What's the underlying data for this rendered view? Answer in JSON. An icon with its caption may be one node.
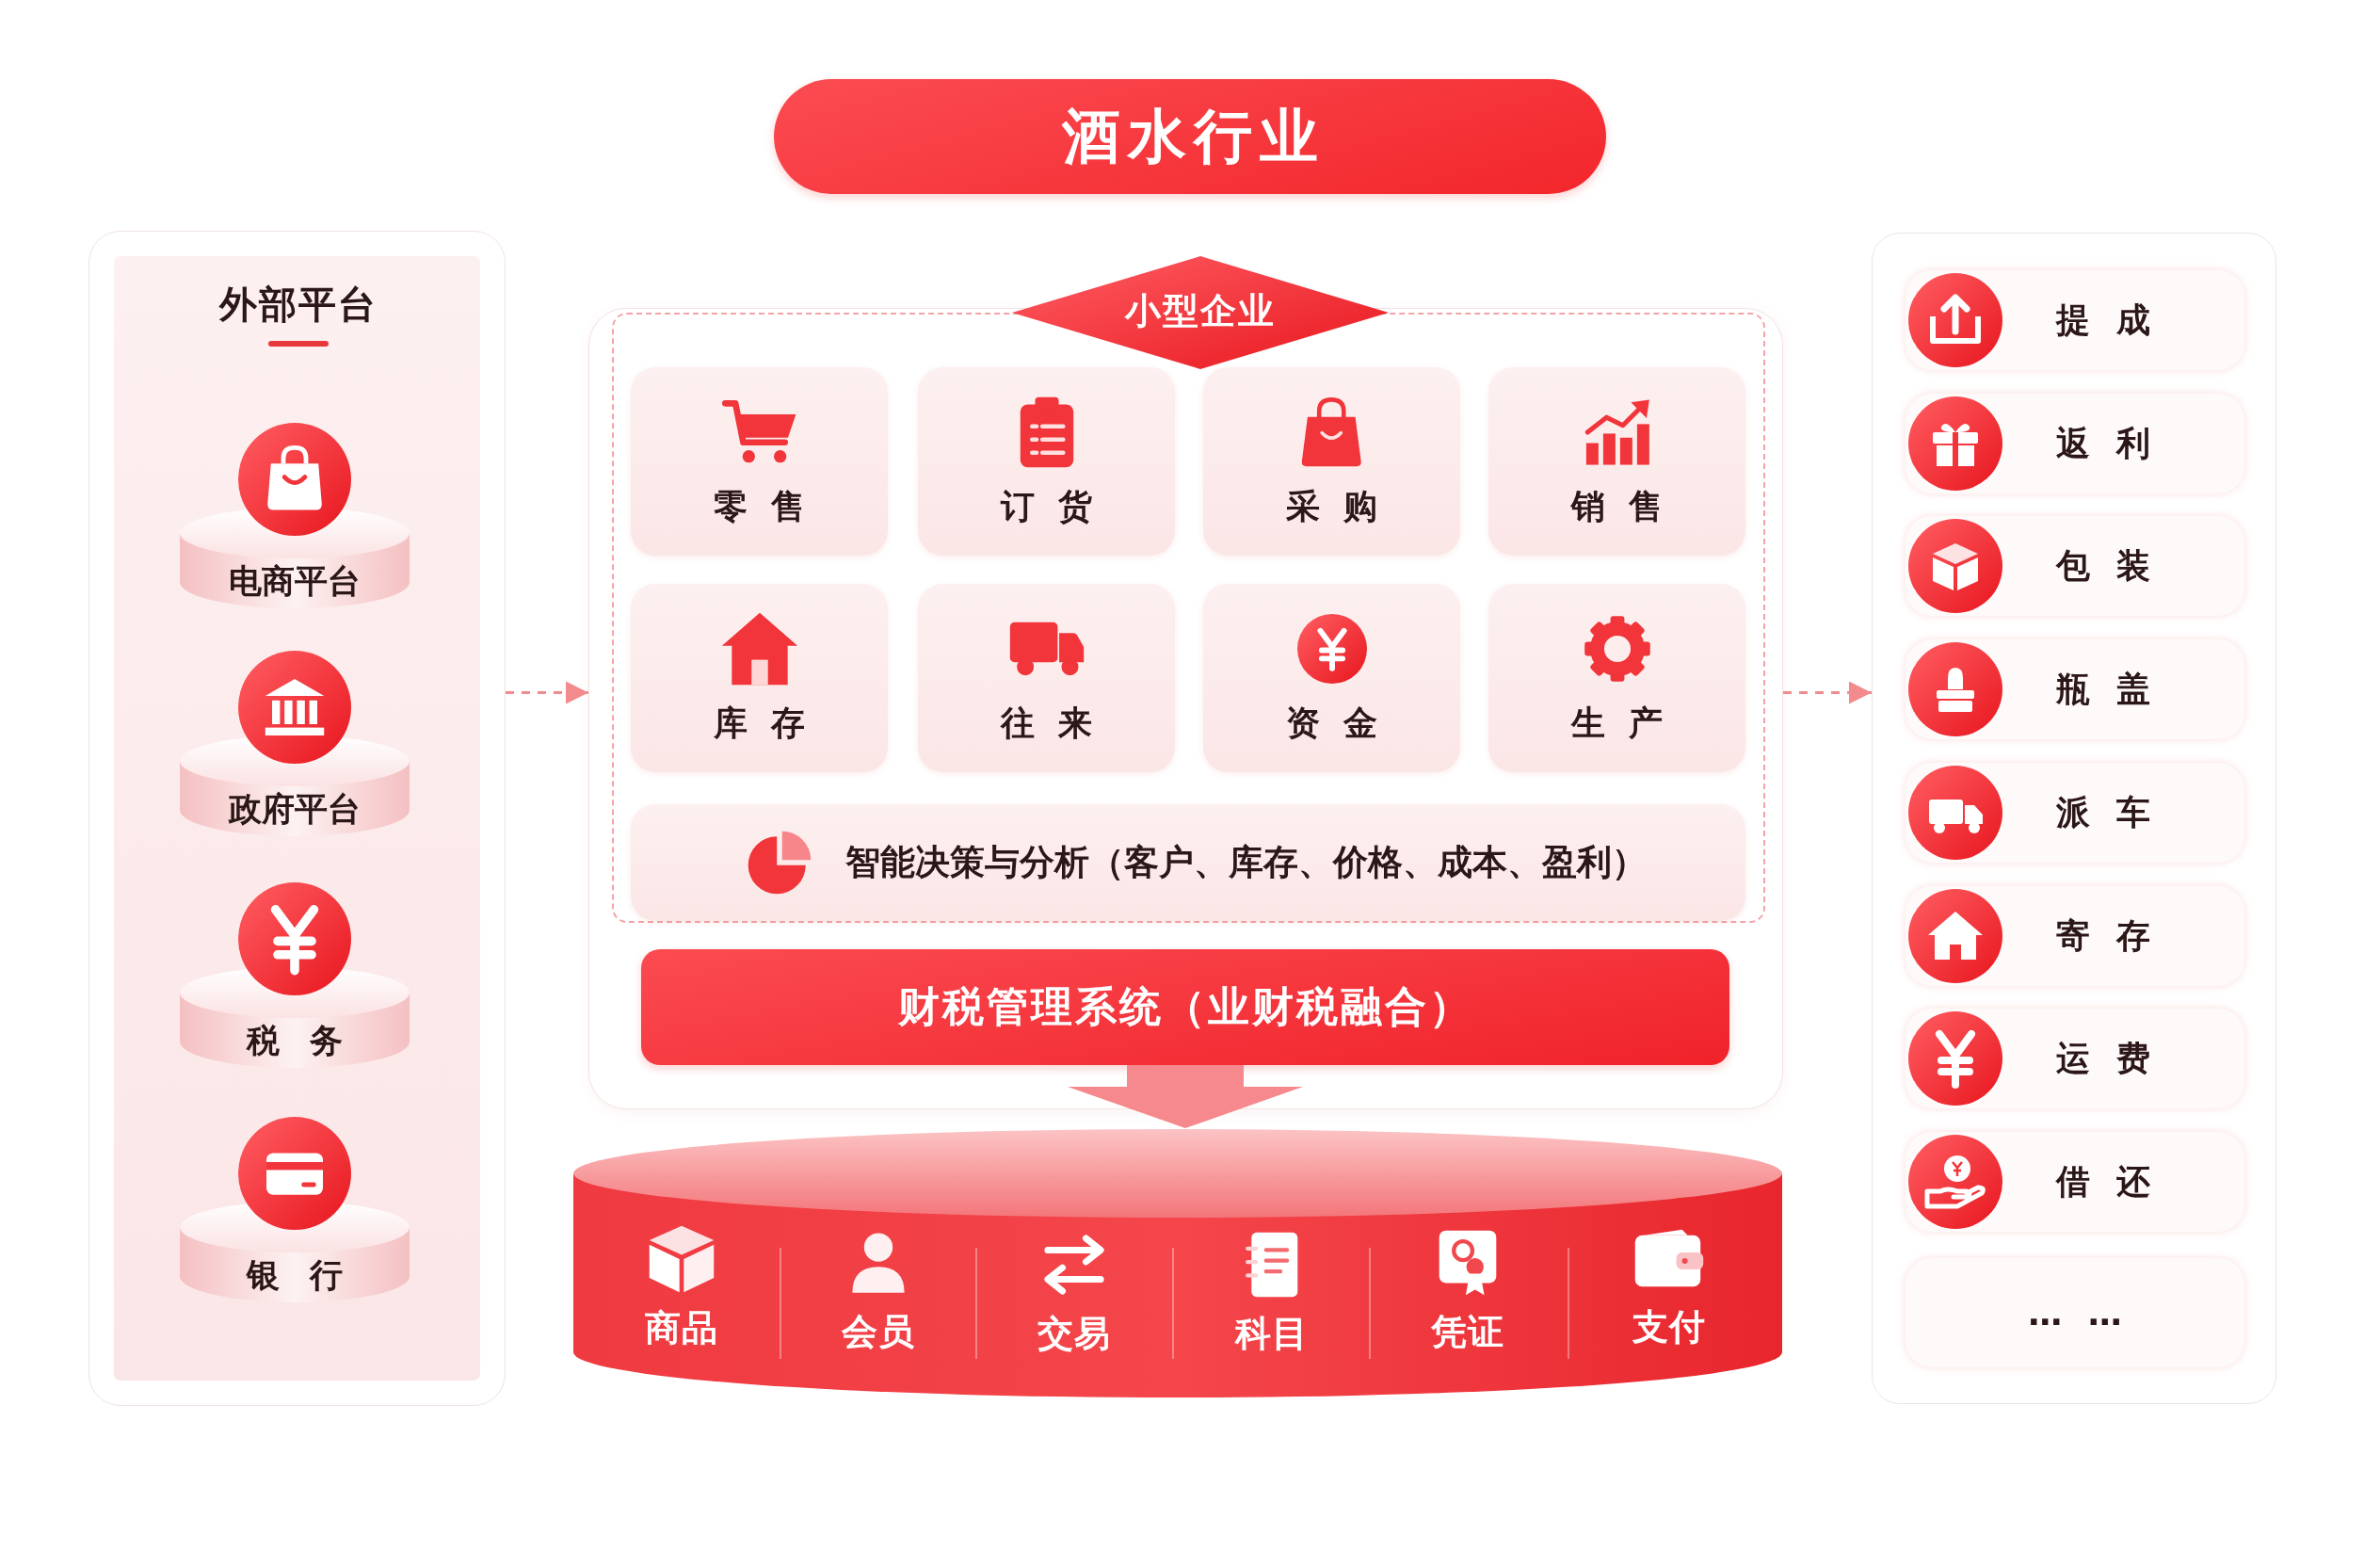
{
  "diagram": {
    "title": "酒水行业",
    "nodes": [
      {
        "text": [
          "外部平台"
        ]
      },
      {
        "text": [
          "电商平台"
        ],
        "in": 0
      },
      {
        "text": [
          "政府平台"
        ],
        "in": 0
      },
      {
        "text": [
          "税 务"
        ],
        "in": 0
      },
      {
        "text": [
          "银 行"
        ],
        "in": 0
      },
      {
        "text": [],
        "shape": "box"
      },
      {
        "text": [
          "小型企业"
        ],
        "in": 5
      },
      {
        "text": [
          "零 售"
        ],
        "in": 6
      },
      {
        "text": [
          "订 货"
        ],
        "in": 6
      },
      {
        "text": [
          "采 购"
        ],
        "in": 6
      },
      {
        "text": [
          "销 售"
        ],
        "in": 6
      },
      {
        "text": [
          "库 存"
        ],
        "in": 6
      },
      {
        "text": [
          "往 来"
        ],
        "in": 6
      },
      {
        "text": [
          "资 金"
        ],
        "in": 6
      },
      {
        "text": [
          "生 产"
        ],
        "in": 6
      },
      {
        "text": [
          "智能决策与分析（客户、库存、价格、成本、盈利）"
        ],
        "in": 6
      },
      {
        "text": [
          "财税管理系统（业财税融合）"
        ],
        "in": 5
      },
      {
        "text": [],
        "shape": "cylinder"
      },
      {
        "text": [
          "商品"
        ],
        "in": 17
      },
      {
        "text": [
          "会员"
        ],
        "in": 17
      },
      {
        "text": [
          "交易"
        ],
        "in": 17
      },
      {
        "text": [
          "科目"
        ],
        "in": 17
      },
      {
        "text": [
          "凭证"
        ],
        "in": 17
      },
      {
        "text": [
          "支付"
        ],
        "in": 17
      },
      {
        "text": [],
        "shape": "box"
      },
      {
        "text": [
          "提 成"
        ],
        "in": 24
      },
      {
        "text": [
          "返 利"
        ],
        "in": 24
      },
      {
        "text": [
          "包 装"
        ],
        "in": 24
      },
      {
        "text": [
          "瓶 盖"
        ],
        "in": 24
      },
      {
        "text": [
          "派 车"
        ],
        "in": 24
      },
      {
        "text": [
          "寄 存"
        ],
        "in": 24
      },
      {
        "text": [
          "运 费"
        ],
        "in": 24
      },
      {
        "text": [
          "借 还"
        ],
        "in": 24
      },
      {
        "text": [
          "… …"
        ],
        "in": 24
      }
    ],
    "edges": [
      {
        "from": 0,
        "to": 5,
        "arrow": "to",
        "style": "dashed"
      },
      {
        "from": 5,
        "to": 24,
        "arrow": "to",
        "style": "dashed"
      },
      {
        "from": 16,
        "to": 17,
        "arrow": "to",
        "style": "thick"
      }
    ]
  }
}
